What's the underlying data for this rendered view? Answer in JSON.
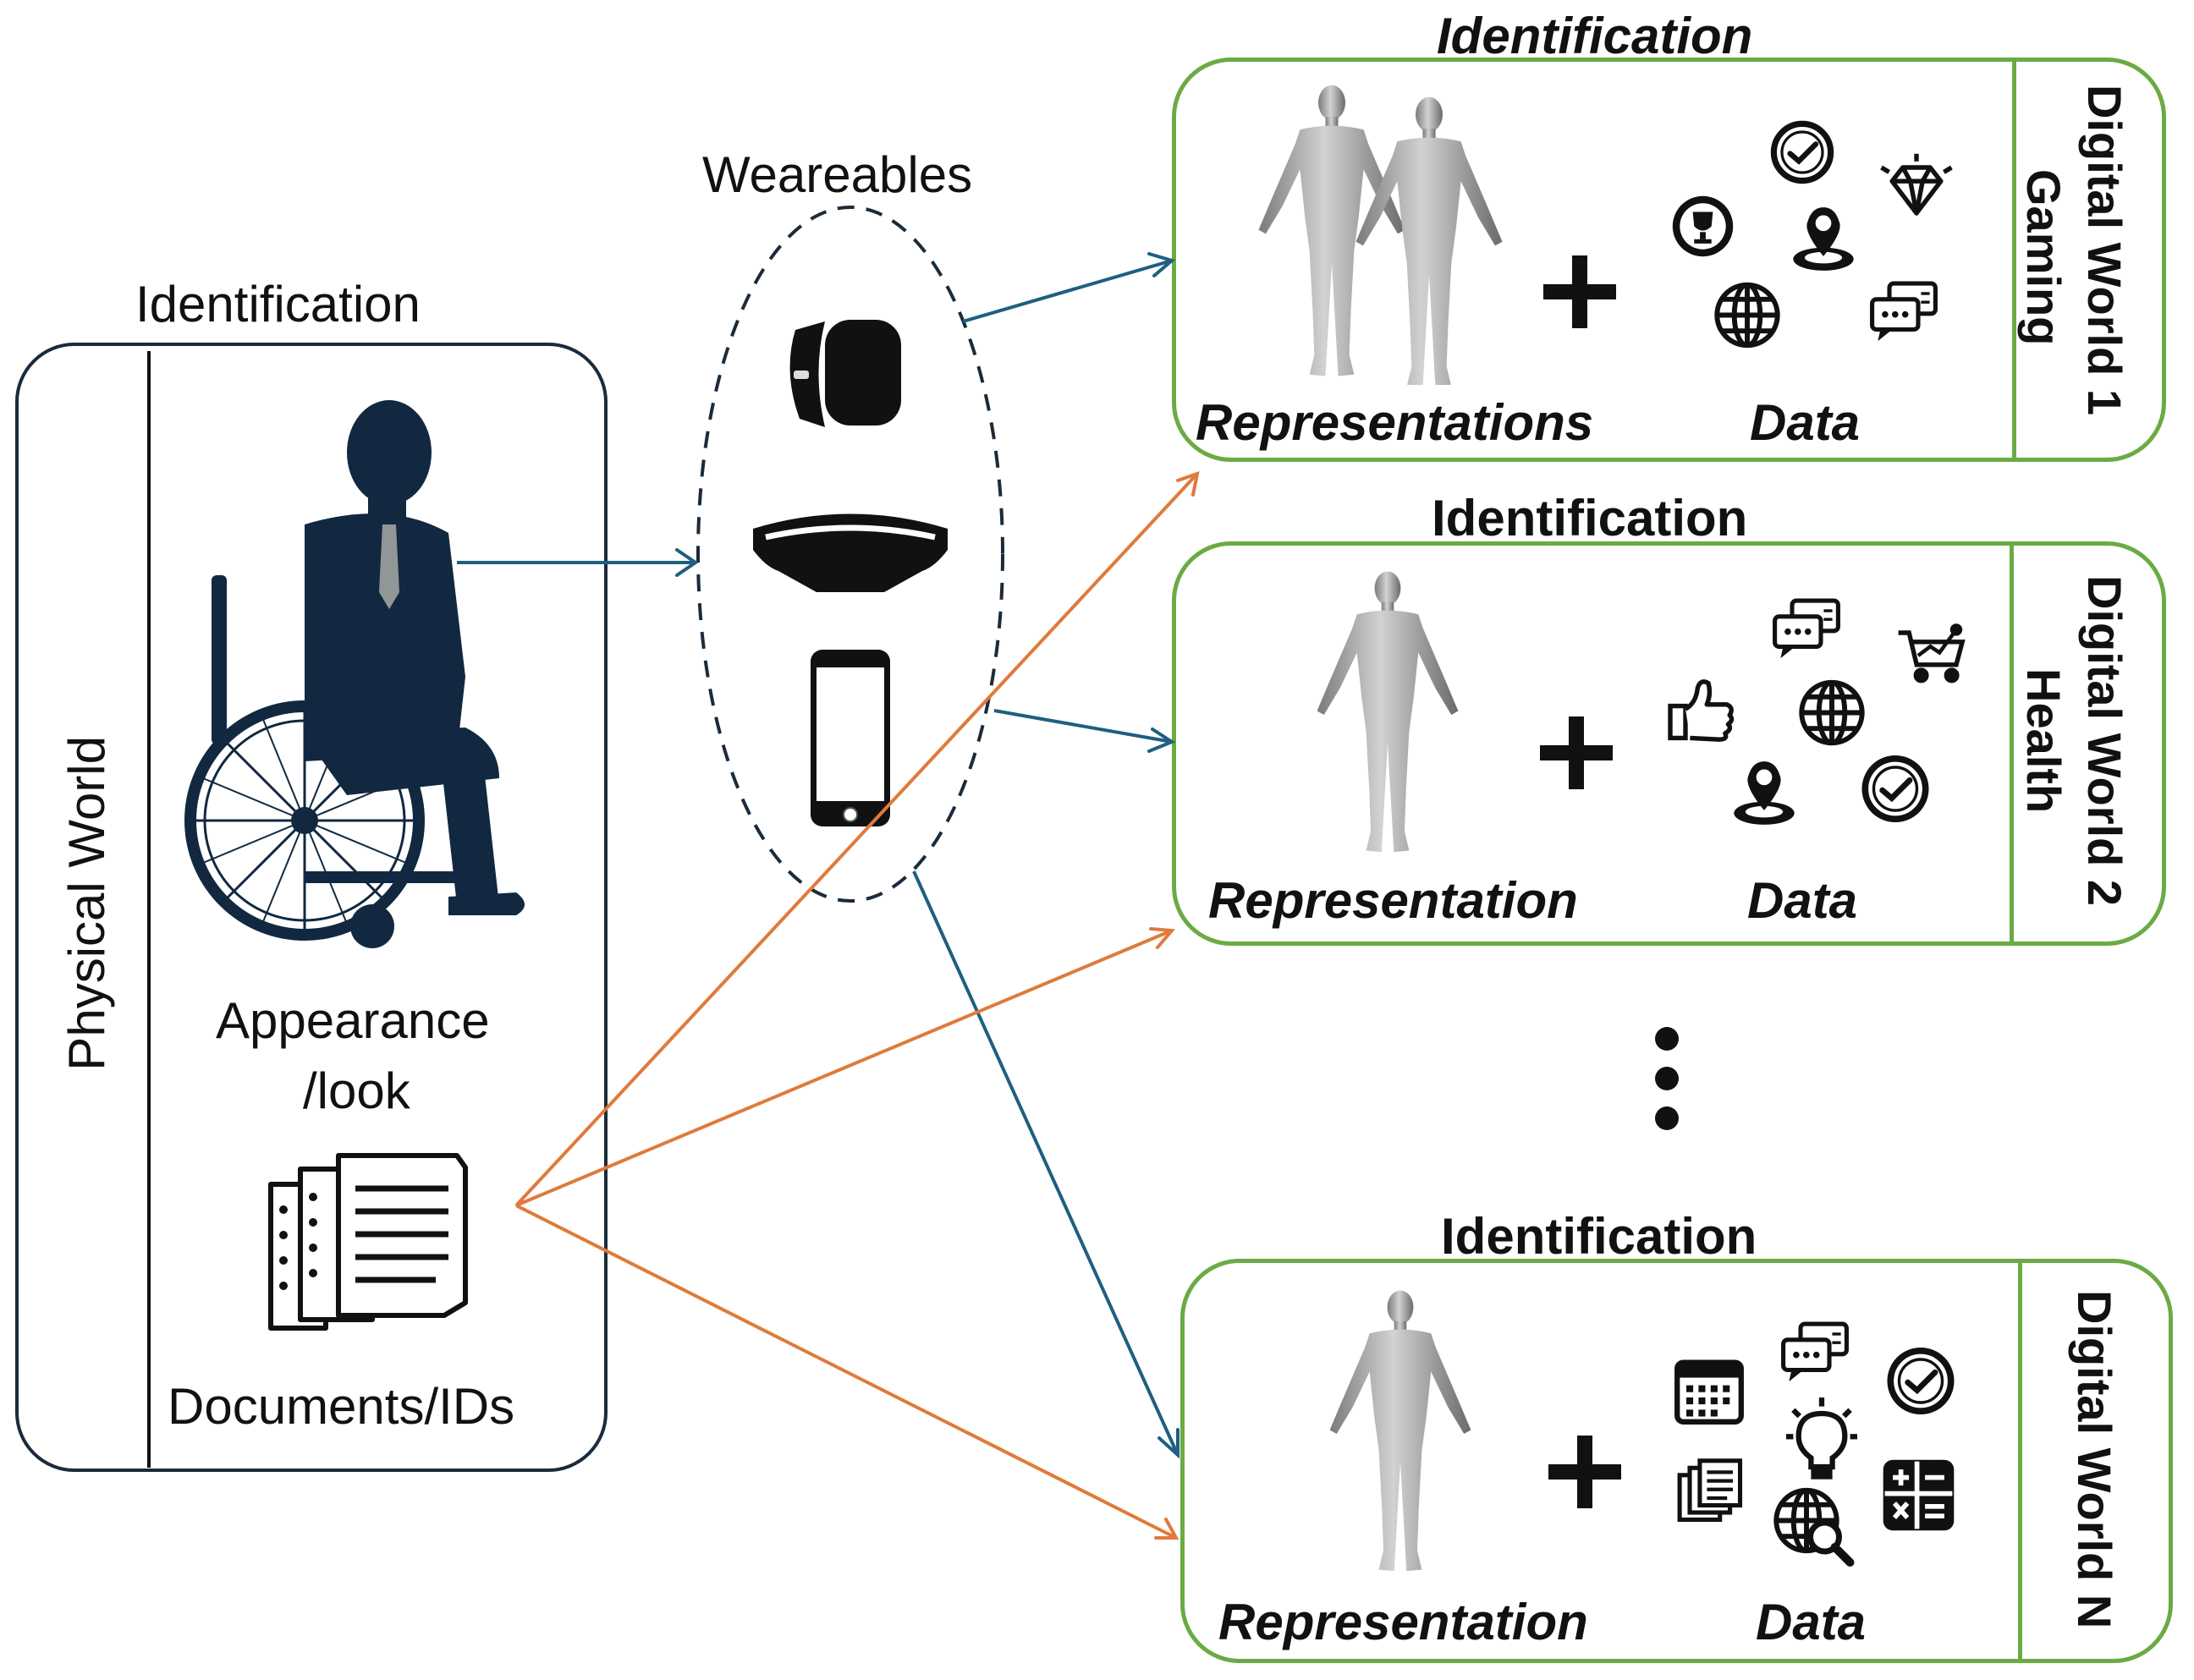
{
  "physical": {
    "identification": "Identification",
    "world_label": "Physical World",
    "appearance_line1": "Appearance",
    "appearance_line2": "/look",
    "documents": "Documents/IDs"
  },
  "wearables": {
    "title": "Weareables",
    "icons": [
      "smartwatch-icon",
      "vr-headset-icon",
      "smartphone-icon"
    ]
  },
  "digital_worlds": [
    {
      "identification": "Identification",
      "representation": "Representations",
      "data": "Data",
      "world_name": "Digital World 1",
      "domain": "Gaming",
      "data_icons": [
        "check-icon",
        "trophy-icon",
        "location-pin-icon",
        "diamond-icon",
        "globe-icon",
        "chat-icon"
      ]
    },
    {
      "identification": "Identification",
      "representation": "Representation",
      "data": "Data",
      "world_name": "Digital World 2",
      "domain": "Health",
      "data_icons": [
        "chat-icon",
        "shopping-cart-icon",
        "thumbs-up-icon",
        "globe-icon",
        "location-pin-icon",
        "check-icon"
      ]
    },
    {
      "identification": "Identification",
      "representation": "Representation",
      "data": "Data",
      "world_name": "Digital World N",
      "domain": "",
      "data_icons": [
        "calendar-icon",
        "chat-icon",
        "check-icon",
        "lightbulb-icon",
        "documents-icon",
        "calculator-icon",
        "globe-search-icon"
      ]
    }
  ],
  "colors": {
    "physical_border": "#1a2b3c",
    "digital_border": "#6aab44",
    "blue_arrow": "#1f5f80",
    "orange_arrow": "#e07a3a",
    "silhouette": "#112840"
  }
}
